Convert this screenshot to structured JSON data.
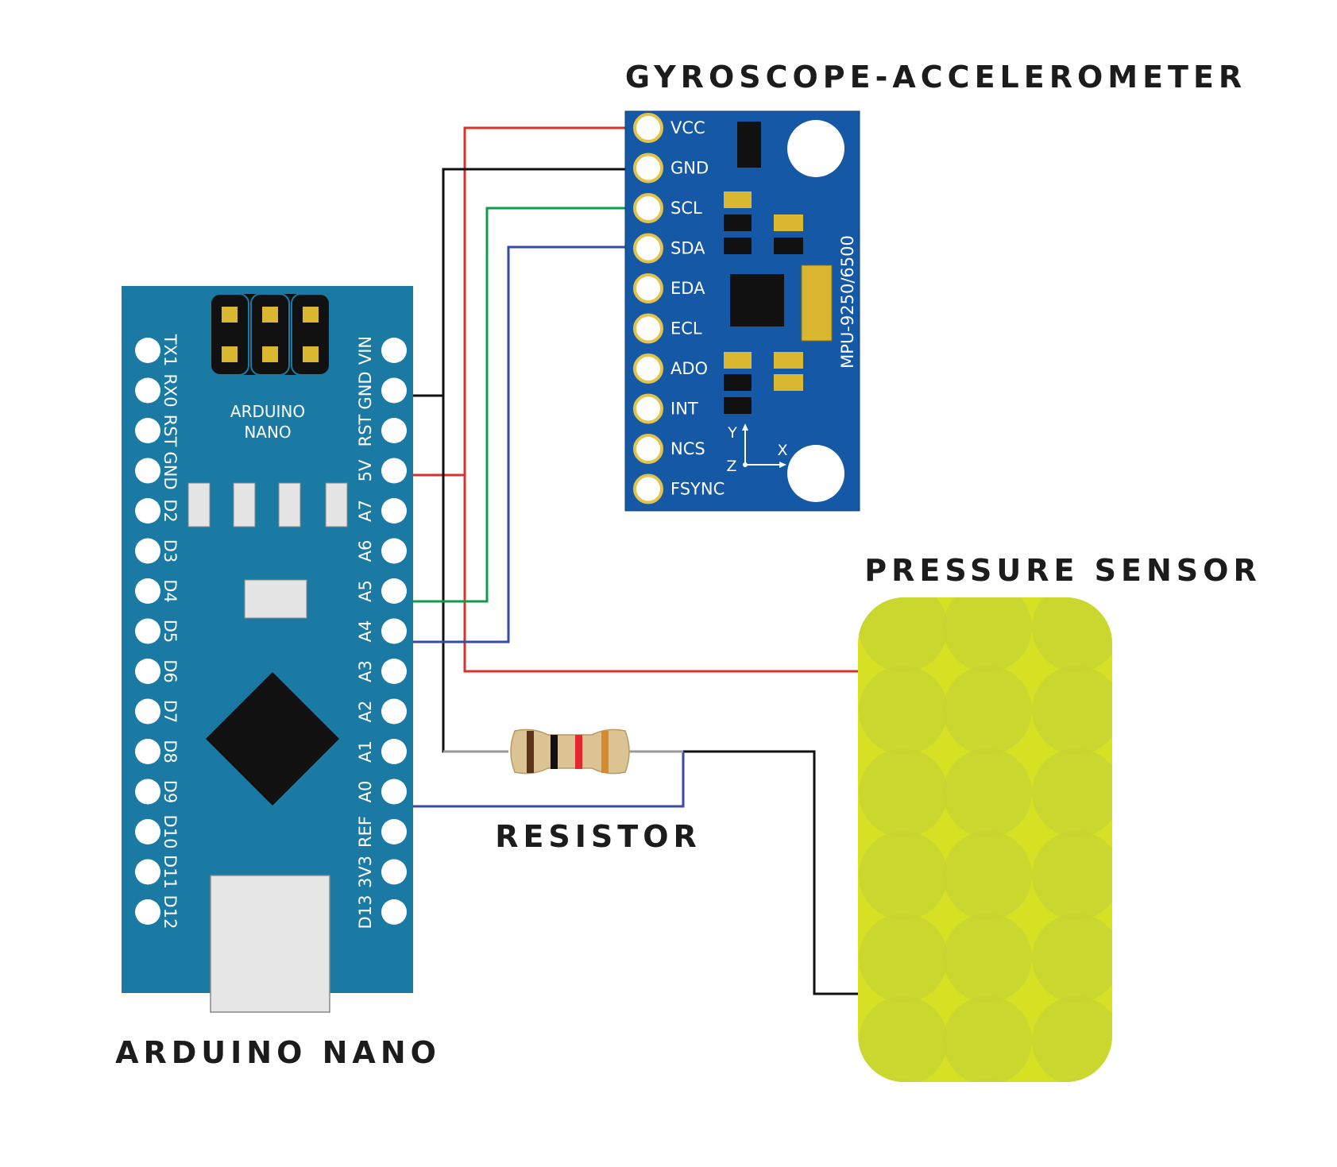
{
  "headings": {
    "gyro": "GYROSCOPE-ACCELEROMETER",
    "pressure": "PRESSURE SENSOR",
    "resistor": "RESISTOR",
    "nano": "ARDUINO NANO"
  },
  "nano": {
    "board_title_line1": "ARDUINO",
    "board_title_line2": "NANO",
    "left_pins": [
      "TX1",
      "RX0",
      "RST",
      "GND",
      "D2",
      "D3",
      "D4",
      "D5",
      "D6",
      "D7",
      "D8",
      "D9",
      "D10",
      "D11",
      "D12"
    ],
    "right_pins": [
      "VIN",
      "GND",
      "RST",
      "5V",
      "A7",
      "A6",
      "A5",
      "A4",
      "A3",
      "A2",
      "A1",
      "A0",
      "REF",
      "3V3",
      "D13"
    ]
  },
  "mpu": {
    "model": "MPU-9250/6500",
    "pins": [
      "VCC",
      "GND",
      "SCL",
      "SDA",
      "EDA",
      "ECL",
      "ADO",
      "INT",
      "NCS",
      "FSYNC"
    ],
    "axes": {
      "y": "Y",
      "x": "X",
      "z": "Z"
    }
  },
  "colors": {
    "nano_board": "#1a7aa3",
    "mpu_board": "#1558a6",
    "sensor": "#c9dc2c",
    "wire_red": "#d9312b",
    "wire_black": "#111111",
    "wire_green": "#0e9c4a",
    "wire_blue": "#3a4aa3",
    "pad_gold": "#d9b730"
  }
}
